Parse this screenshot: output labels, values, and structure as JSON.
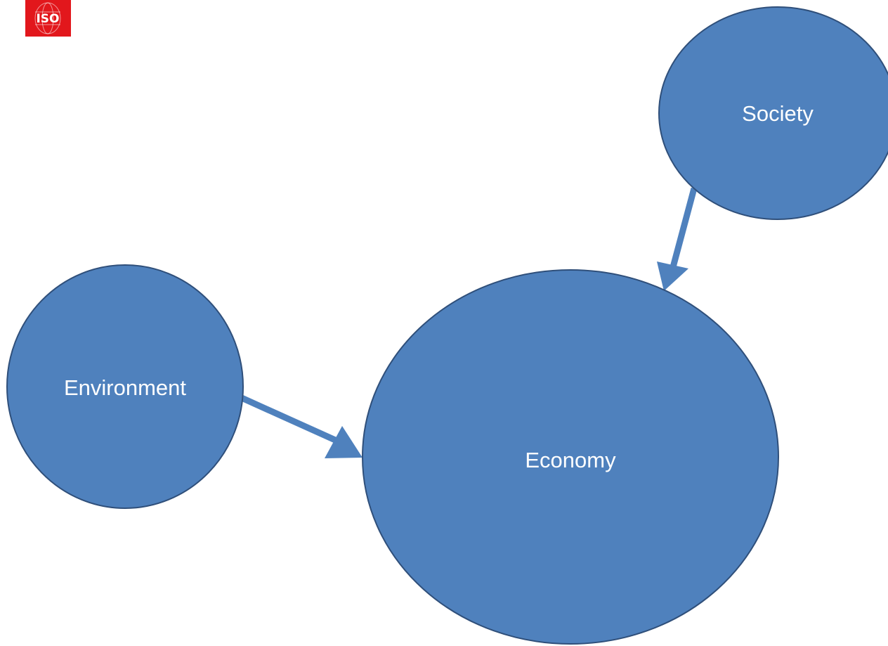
{
  "logo": {
    "text": "ISO",
    "color": "#e2171c"
  },
  "diagram": {
    "fill_color": "#4f81bd",
    "stroke_color": "#2f4f7a",
    "arrow_color": "#4f81bd",
    "label_color": "#ffffff",
    "nodes": {
      "society": {
        "label": "Society"
      },
      "environment": {
        "label": "Environment"
      },
      "economy": {
        "label": "Economy"
      }
    },
    "edges": [
      {
        "from": "Society",
        "to": "Economy"
      },
      {
        "from": "Environment",
        "to": "Economy"
      }
    ]
  }
}
